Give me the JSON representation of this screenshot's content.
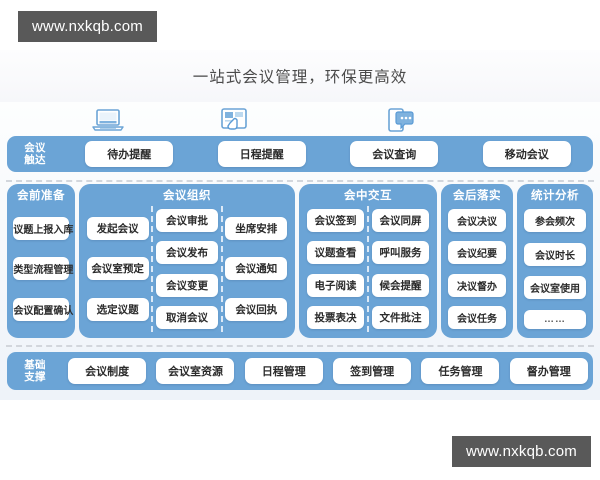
{
  "watermarks": {
    "top": "www.nxkqb.com",
    "bottom": "www.nxkqb.com"
  },
  "header": {
    "title": "一站式会议管理，环保更高效"
  },
  "icons": [
    {
      "name": "laptop-icon"
    },
    {
      "name": "tablet-touch-icon"
    },
    {
      "name": "phone-chat-icon"
    }
  ],
  "colors": {
    "brand_blue": "#6ba4d6",
    "chip_white": "#ffffff",
    "band_text": "#ffffff",
    "title_text": "#4a4a4a",
    "watermark_bg": "#595959",
    "divider_dash": "#d2d6dc"
  },
  "rows": {
    "touch": {
      "label_line1": "会议",
      "label_line2": "触达",
      "items": [
        "待办提醒",
        "日程提醒",
        "会议查询",
        "移动会议"
      ]
    },
    "support": {
      "label_line1": "基础",
      "label_line2": "支撑",
      "items": [
        "会议制度",
        "会议室资源",
        "日程管理",
        "签到管理",
        "任务管理",
        "督办管理"
      ]
    }
  },
  "panels": [
    {
      "key": "prep",
      "title": "会前准备",
      "columns": [
        {
          "items": [
            "议题上报入库",
            "类型流程管理",
            "会议配置确认"
          ]
        }
      ]
    },
    {
      "key": "organize",
      "title": "会议组织",
      "columns": [
        {
          "items": [
            "发起会议",
            "会议室预定",
            "选定议题"
          ]
        },
        {
          "items": [
            "会议审批",
            "会议发布",
            "会议变更",
            "取消会议"
          ]
        },
        {
          "items": [
            "坐席安排",
            "会议通知",
            "会议回执"
          ]
        }
      ]
    },
    {
      "key": "interact",
      "title": "会中交互",
      "columns": [
        {
          "items": [
            "会议签到",
            "议题查看",
            "电子阅读",
            "投票表决"
          ]
        },
        {
          "items": [
            "会议同屏",
            "呼叫服务",
            "候会提醒",
            "文件批注"
          ]
        }
      ]
    },
    {
      "key": "post",
      "title": "会后落实",
      "columns": [
        {
          "items": [
            "会议决议",
            "会议纪要",
            "决议督办",
            "会议任务"
          ]
        }
      ]
    },
    {
      "key": "stats",
      "title": "统计分析",
      "columns": [
        {
          "items": [
            "参会频次",
            "会议时长",
            "会议室使用",
            "……"
          ]
        }
      ]
    }
  ]
}
